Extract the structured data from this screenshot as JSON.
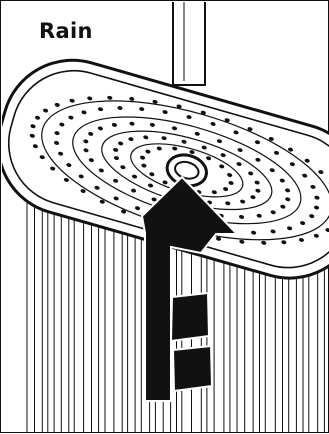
{
  "title": "Rain",
  "colors": {
    "line": "#111111",
    "background": "#ffffff"
  },
  "figure": {
    "subject": "shower-head",
    "mode_indicator": "arrow-pointing-to-center-button"
  }
}
